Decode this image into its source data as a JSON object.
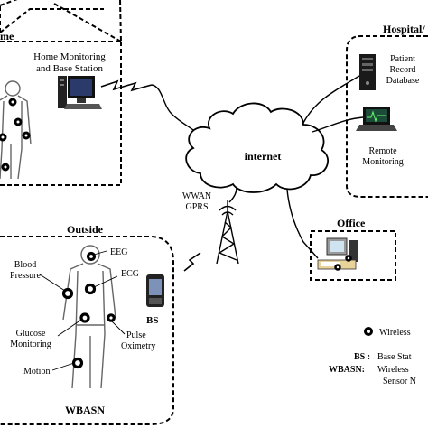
{
  "home": {
    "title": "me",
    "station_label_line1": "Home Monitoring",
    "station_label_line2": "and Base Station"
  },
  "hospital": {
    "title": "Hospital/",
    "db_line1": "Patient",
    "db_line2": "Record",
    "db_line3": "Database",
    "remote_line1": "Remote",
    "remote_line2": "Monitoring"
  },
  "internet_label": "internet",
  "wwan": {
    "line1": "WWAN",
    "line2": "GPRS"
  },
  "office": {
    "title": "Office"
  },
  "outside": {
    "title": "Outside",
    "eeg": "EEG",
    "ecg": "ECG",
    "blood_line1": "Blood",
    "blood_line2": "Pressure",
    "glucose_line1": "Glucose",
    "glucose_line2": "Monitoring",
    "pulse_line1": "Pulse",
    "pulse_line2": "Oximetry",
    "motion": "Motion",
    "bs": "BS",
    "network_label": "WBASN"
  },
  "legend": {
    "wireless": "Wireless",
    "bs_key": "BS :",
    "bs_value": "Base Stat",
    "wbasn_key": "WBASN:",
    "wbasn_line1": "Wireless",
    "wbasn_line2": "Sensor N"
  }
}
